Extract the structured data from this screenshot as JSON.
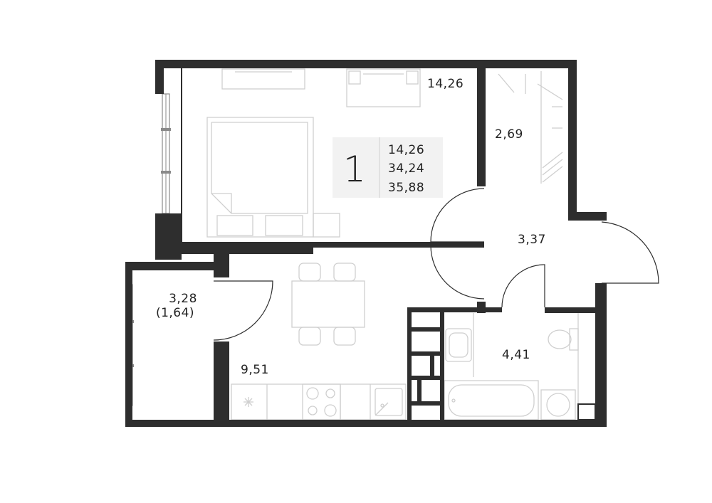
{
  "colors": {
    "wall": "#2e2e2e",
    "furniture": "#cfcfcf",
    "summary_background": "#f2f2f2",
    "text": "#222222"
  },
  "rooms": {
    "bedroom": {
      "area": "14,26"
    },
    "wardrobe": {
      "area": "2,69"
    },
    "hall": {
      "area": "3,37"
    },
    "balcony": {
      "area": "3,28",
      "reduced_area": "(1,64)"
    },
    "kitchen": {
      "area": "9,51"
    },
    "bathroom": {
      "area": "4,41"
    }
  },
  "summary": {
    "room_count": "1",
    "living_area": "14,26",
    "total_area": "34,24",
    "total_area_with_balcony": "35,88"
  }
}
